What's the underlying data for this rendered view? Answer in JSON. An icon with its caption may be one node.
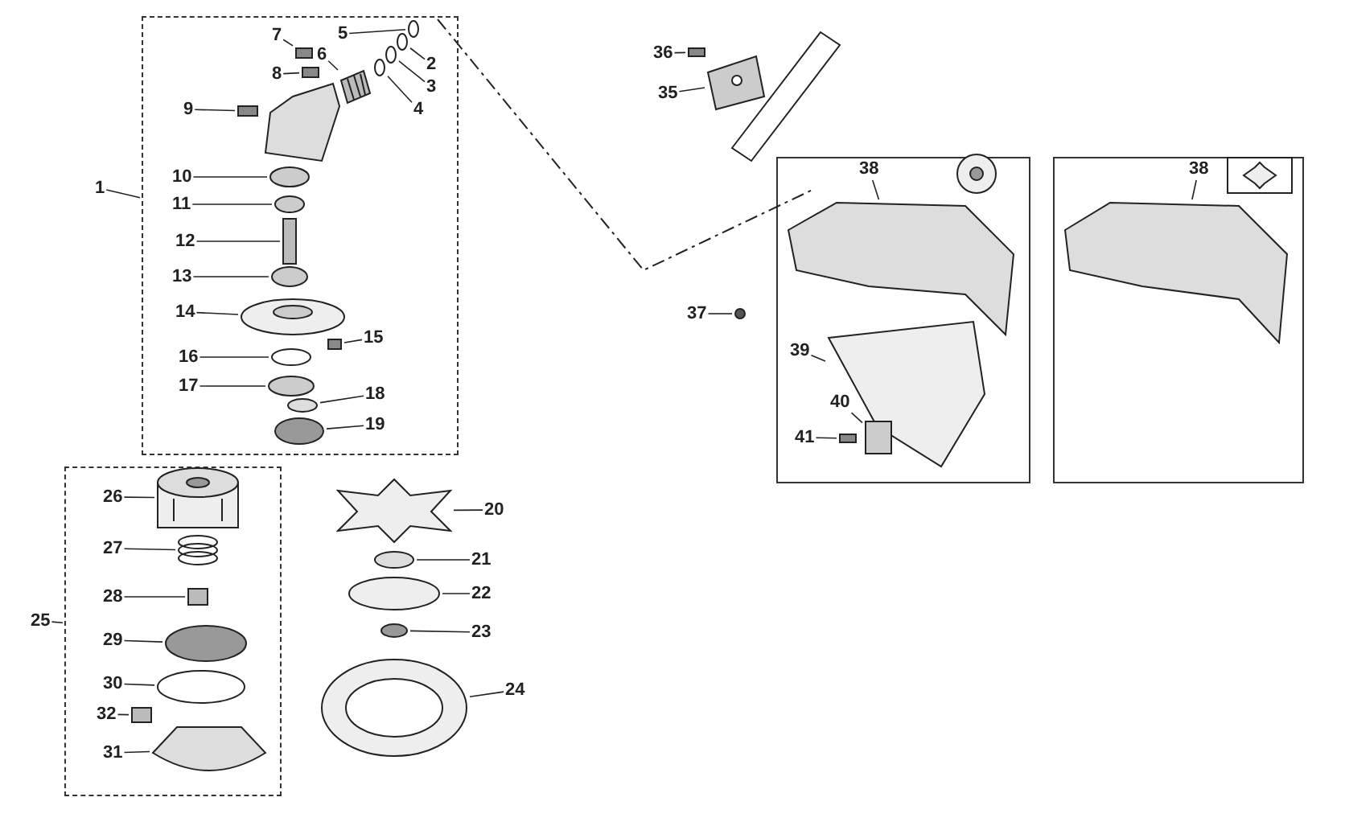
{
  "diagram": {
    "nodes": [
      {
        "text": [],
        "shape": "box"
      },
      {
        "text": [],
        "shape": "box"
      },
      {
        "text": [
          "1"
        ]
      },
      {
        "text": [
          "2"
        ],
        "in": 0
      },
      {
        "text": [
          "3"
        ],
        "in": 0
      },
      {
        "text": [
          "4"
        ],
        "in": 0
      },
      {
        "text": [
          "5"
        ],
        "in": 0
      },
      {
        "text": [
          "6"
        ],
        "in": 0
      },
      {
        "text": [
          "7"
        ],
        "in": 0
      },
      {
        "text": [
          "8"
        ],
        "in": 0
      },
      {
        "text": [
          "9"
        ],
        "in": 0
      },
      {
        "text": [
          "10"
        ],
        "in": 0
      },
      {
        "text": [
          "11"
        ],
        "in": 0
      },
      {
        "text": [
          "12"
        ],
        "in": 0
      },
      {
        "text": [
          "13"
        ],
        "in": 0
      },
      {
        "text": [
          "14"
        ],
        "in": 0
      },
      {
        "text": [
          "15"
        ],
        "in": 0
      },
      {
        "text": [
          "16"
        ],
        "in": 0
      },
      {
        "text": [
          "17"
        ],
        "in": 0
      },
      {
        "text": [
          "18"
        ],
        "in": 0
      },
      {
        "text": [
          "19"
        ],
        "in": 0
      },
      {
        "text": [
          "20"
        ]
      },
      {
        "text": [
          "21"
        ]
      },
      {
        "text": [
          "22"
        ]
      },
      {
        "text": [
          "23"
        ]
      },
      {
        "text": [
          "24"
        ]
      },
      {
        "text": [
          "25"
        ]
      },
      {
        "text": [
          "26"
        ],
        "in": 1
      },
      {
        "text": [
          "27"
        ],
        "in": 1
      },
      {
        "text": [
          "28"
        ],
        "in": 1
      },
      {
        "text": [
          "29"
        ],
        "in": 1
      },
      {
        "text": [
          "30"
        ],
        "in": 1
      },
      {
        "text": [
          "31"
        ],
        "in": 1
      },
      {
        "text": [
          "32"
        ],
        "in": 1
      },
      {
        "text": [
          "35"
        ]
      },
      {
        "text": [
          "36"
        ]
      },
      {
        "text": [
          "37"
        ]
      },
      {
        "text": [
          "38"
        ]
      },
      {
        "text": [
          "38"
        ]
      },
      {
        "text": [
          "39"
        ]
      },
      {
        "text": [
          "40"
        ]
      },
      {
        "text": [
          "41"
        ]
      },
      {
        "text": [],
        "shape": "circle",
        "in": 0
      },
      {
        "text": [],
        "shape": "circle",
        "in": 0
      },
      {
        "text": [],
        "shape": "circle",
        "in": 0
      },
      {
        "text": [],
        "shape": "circle",
        "in": 0
      },
      {
        "text": [],
        "shape": "picture",
        "in": 0
      },
      {
        "text": [],
        "shape": "box",
        "in": 0
      },
      {
        "text": [],
        "shape": "box",
        "in": 0
      },
      {
        "text": [],
        "shape": "box",
        "in": 0
      },
      {
        "text": [],
        "shape": "circle",
        "in": 0
      },
      {
        "text": [],
        "shape": "circle",
        "in": 0
      },
      {
        "text": [],
        "shape": "box",
        "in": 0
      },
      {
        "text": [],
        "shape": "circle",
        "in": 0
      },
      {
        "text": [],
        "shape": "picture",
        "in": 0
      },
      {
        "text": [],
        "shape": "box",
        "in": 0
      },
      {
        "text": [],
        "shape": "circle",
        "in": 0
      },
      {
        "text": [],
        "shape": "circle",
        "in": 0
      },
      {
        "text": [],
        "shape": "circle",
        "in": 0
      },
      {
        "text": [],
        "shape": "circle",
        "in": 0
      },
      {
        "text": [],
        "shape": "picture"
      },
      {
        "text": [],
        "shape": "circle"
      },
      {
        "text": [],
        "shape": "circle"
      },
      {
        "text": [],
        "shape": "circle"
      },
      {
        "text": [],
        "shape": "picture"
      },
      {
        "text": [],
        "shape": "picture",
        "in": 1
      },
      {
        "text": [],
        "shape": "picture",
        "in": 1
      },
      {
        "text": [],
        "shape": "box",
        "in": 1
      },
      {
        "text": [],
        "shape": "circle",
        "in": 1
      },
      {
        "text": [],
        "shape": "circle",
        "in": 1
      },
      {
        "text": [],
        "shape": "picture",
        "in": 1
      },
      {
        "text": [],
        "shape": "box",
        "in": 1
      },
      {
        "text": [],
        "shape": "picture"
      },
      {
        "text": [],
        "shape": "box"
      },
      {
        "text": [],
        "shape": "circle"
      },
      {
        "text": [],
        "shape": "picture"
      },
      {
        "text": [],
        "shape": "picture"
      },
      {
        "text": [],
        "shape": "picture"
      },
      {
        "text": [],
        "shape": "box"
      },
      {
        "text": [],
        "shape": "box"
      }
    ],
    "edges": [
      {
        "from": 2,
        "to": 0,
        "arrow": "none"
      },
      {
        "from": 3,
        "to": 42,
        "arrow": "none"
      },
      {
        "from": 4,
        "to": 43,
        "arrow": "none"
      },
      {
        "from": 5,
        "to": 44,
        "arrow": "none"
      },
      {
        "from": 6,
        "to": 45,
        "arrow": "none"
      },
      {
        "from": 7,
        "to": 46,
        "arrow": "none"
      },
      {
        "from": 8,
        "to": 47,
        "arrow": "none"
      },
      {
        "from": 9,
        "to": 48,
        "arrow": "none"
      },
      {
        "from": 10,
        "to": 49,
        "arrow": "none"
      },
      {
        "from": 11,
        "to": 50,
        "arrow": "none"
      },
      {
        "from": 12,
        "to": 51,
        "arrow": "none"
      },
      {
        "from": 13,
        "to": 52,
        "arrow": "none"
      },
      {
        "from": 14,
        "to": 53,
        "arrow": "none"
      },
      {
        "from": 15,
        "to": 54,
        "arrow": "none"
      },
      {
        "from": 16,
        "to": 55,
        "arrow": "none"
      },
      {
        "from": 17,
        "to": 56,
        "arrow": "none"
      },
      {
        "from": 18,
        "to": 57,
        "arrow": "none"
      },
      {
        "from": 19,
        "to": 58,
        "arrow": "none"
      },
      {
        "from": 20,
        "to": 59,
        "arrow": "none"
      },
      {
        "from": 21,
        "to": 60,
        "arrow": "none"
      },
      {
        "from": 22,
        "to": 61,
        "arrow": "none"
      },
      {
        "from": 23,
        "to": 62,
        "arrow": "none"
      },
      {
        "from": 24,
        "to": 63,
        "arrow": "none"
      },
      {
        "from": 25,
        "to": 64,
        "arrow": "none"
      },
      {
        "from": 26,
        "to": 1,
        "arrow": "none"
      },
      {
        "from": 27,
        "to": 65,
        "arrow": "none"
      },
      {
        "from": 28,
        "to": 66,
        "arrow": "none"
      },
      {
        "from": 29,
        "to": 67,
        "arrow": "none"
      },
      {
        "from": 30,
        "to": 68,
        "arrow": "none"
      },
      {
        "from": 31,
        "to": 69,
        "arrow": "none"
      },
      {
        "from": 32,
        "to": 70,
        "arrow": "none"
      },
      {
        "from": 33,
        "to": 71,
        "arrow": "none"
      },
      {
        "from": 34,
        "to": 72,
        "arrow": "none"
      },
      {
        "from": 35,
        "to": 73,
        "arrow": "none"
      },
      {
        "from": 36,
        "to": 74,
        "arrow": "none"
      },
      {
        "from": 37,
        "to": 75,
        "arrow": "none"
      },
      {
        "from": 38,
        "to": 76,
        "arrow": "none"
      },
      {
        "from": 39,
        "to": 77,
        "arrow": "none"
      },
      {
        "from": 40,
        "to": 78,
        "arrow": "none"
      },
      {
        "from": 41,
        "to": 79,
        "arrow": "none"
      }
    ]
  }
}
